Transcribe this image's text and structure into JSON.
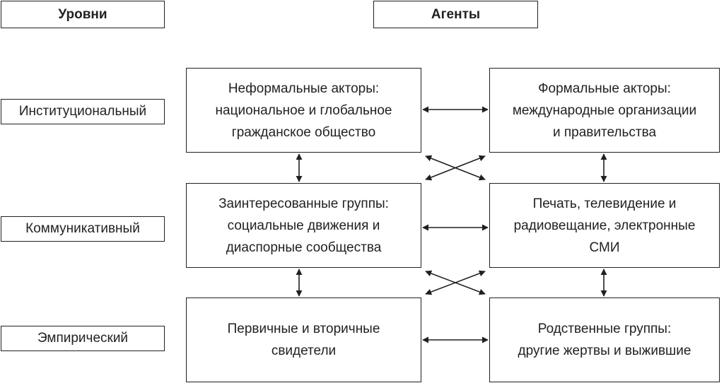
{
  "headers": {
    "levels": "Уровни",
    "agents": "Агенты"
  },
  "levels": [
    "Институциональный",
    "Коммуникативный",
    "Эмпирический"
  ],
  "nodes": {
    "informal": [
      "Неформальные акторы:",
      "национальное и глобальное",
      "гражданское общество"
    ],
    "formal": [
      "Формальные акторы:",
      "международные организации",
      "и правительства"
    ],
    "interest": [
      "Заинтересованные группы:",
      "социальные движения и",
      "диаспорные сообщества"
    ],
    "media": [
      "Печать, телевидение и",
      "радиовещание, электронные",
      "СМИ"
    ],
    "witnesses": [
      "Первичные и вторичные",
      "свидетели"
    ],
    "kin": [
      "Родственные группы:",
      "другие жертвы и выжившие"
    ]
  }
}
